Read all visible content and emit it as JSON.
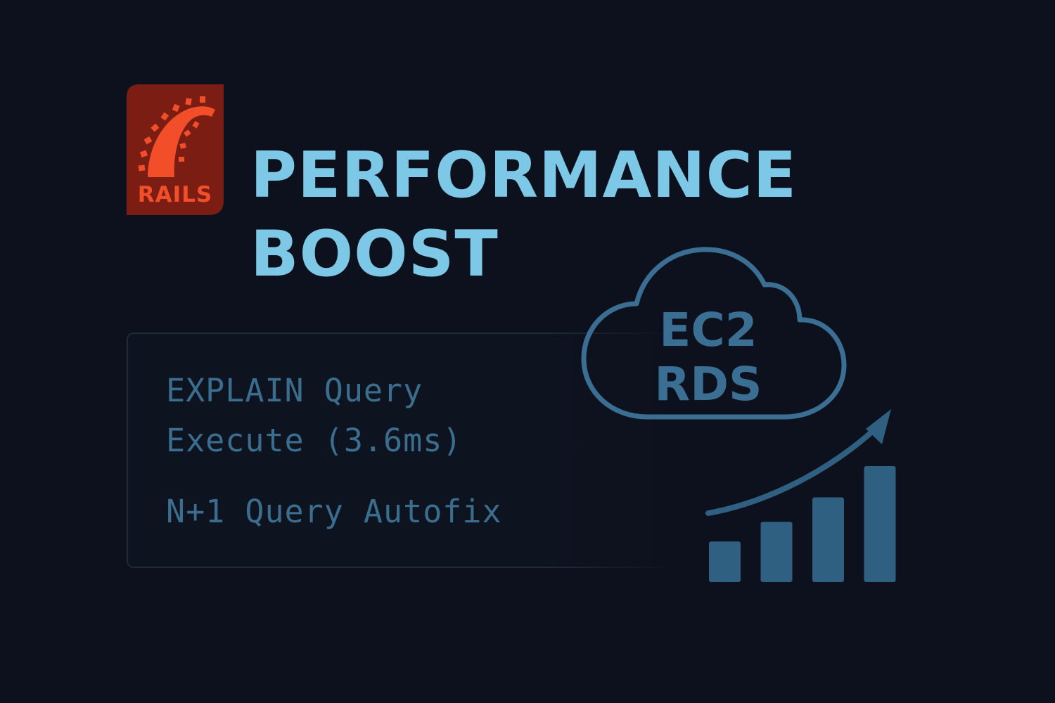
{
  "logo": {
    "text": "RAILS",
    "icon": "rails-logo-icon",
    "background_color": "#7b1d12",
    "mark_color": "#f24e2a"
  },
  "title": {
    "line1": "PERFORMANCE",
    "line2": "BOOST",
    "color": "#7dc8e6"
  },
  "code_panel": {
    "lines": [
      "EXPLAIN Query",
      "Execute (3.6ms)",
      "N+1 Query Autofix"
    ],
    "text_color": "#3b6d8e",
    "border_color": "#1e2b3b"
  },
  "cloud": {
    "icon": "cloud-icon",
    "labels": [
      "EC2",
      "RDS"
    ],
    "color": "#3a6f93"
  },
  "growth": {
    "icon": "growth-chart-icon",
    "arrow_icon": "trend-up-arrow-icon",
    "bar_levels": [
      0.35,
      0.52,
      0.73,
      1.0
    ],
    "color": "#2f5f81"
  }
}
